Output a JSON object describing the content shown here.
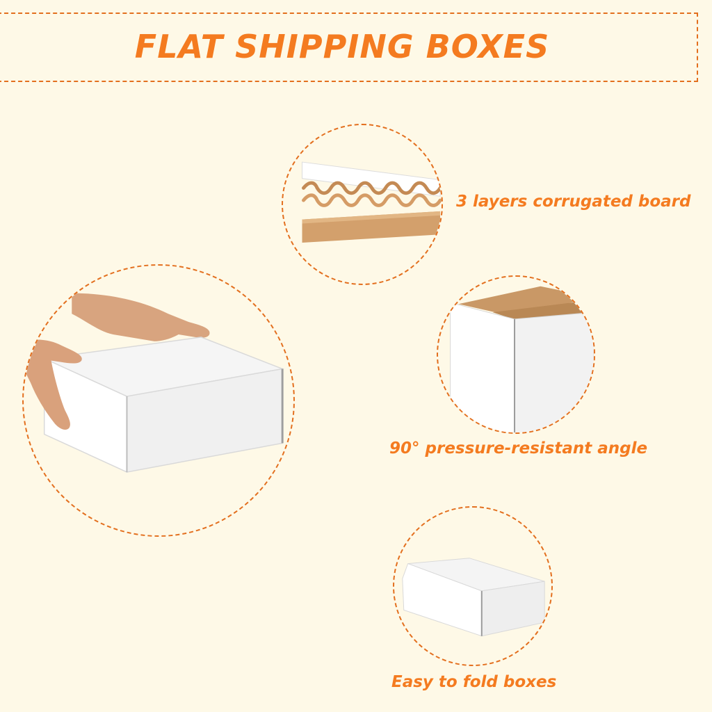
{
  "page": {
    "title": "FLAT SHIPPING BOXES",
    "accent_color": "#f47b20",
    "background_color": "#fef9e7"
  },
  "features": [
    {
      "caption": "3 layers corrugated board",
      "icon": "corrugated-layers-image"
    },
    {
      "caption": "90° pressure-resistant angle",
      "icon": "box-corner-image"
    },
    {
      "caption": "Easy to fold boxes",
      "icon": "folded-box-image"
    }
  ],
  "hero": {
    "icon": "hands-holding-box-image"
  }
}
